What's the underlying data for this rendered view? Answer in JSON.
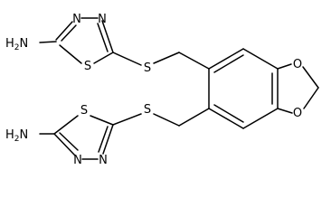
{
  "structure": {
    "atom_labels": {
      "n1": "N",
      "n2": "N",
      "n3": "N",
      "n4": "N",
      "s_ring_1": "S",
      "s_ring_2": "S",
      "s_link_1": "S",
      "s_link_2": "S",
      "o1": "O",
      "o2": "O"
    },
    "amine_1": {
      "main": "H",
      "subscript": "2",
      "tail": "N"
    },
    "amine_2": {
      "main": "H",
      "subscript": "2",
      "tail": "N"
    }
  },
  "colors": {
    "bond": "#000000",
    "label": "#000000",
    "background": "#ffffff"
  }
}
